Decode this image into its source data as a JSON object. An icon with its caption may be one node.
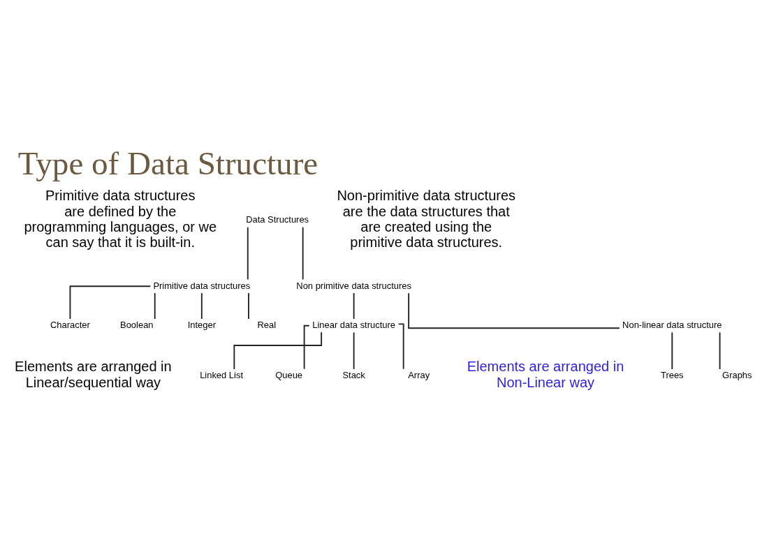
{
  "diagram": {
    "title": "Type of Data Structure",
    "nodes": [
      {
        "text": [
          "Data Structures"
        ]
      },
      {
        "text": [
          "Primitive data structures"
        ]
      },
      {
        "text": [
          "Non primitive data structures"
        ]
      },
      {
        "text": [
          "Integer"
        ]
      },
      {
        "text": [
          "Real"
        ]
      },
      {
        "text": [
          "Character"
        ]
      },
      {
        "text": [
          "Boolean"
        ]
      },
      {
        "text": [
          "Linear data structure"
        ]
      },
      {
        "text": [
          "Non-linear data structure"
        ]
      },
      {
        "text": [
          "Array"
        ]
      },
      {
        "text": [
          "Linked List"
        ]
      },
      {
        "text": [
          "Stack"
        ]
      },
      {
        "text": [
          "Queue"
        ]
      },
      {
        "text": [
          "Trees"
        ]
      },
      {
        "text": [
          "Graphs"
        ]
      }
    ],
    "edges": [
      {
        "from": 0,
        "to": 1,
        "arrow": "none"
      },
      {
        "from": 0,
        "to": 2,
        "arrow": "none"
      },
      {
        "from": 1,
        "to": 3,
        "arrow": "none"
      },
      {
        "from": 1,
        "to": 4,
        "arrow": "none"
      },
      {
        "from": 1,
        "to": 5,
        "arrow": "none"
      },
      {
        "from": 1,
        "to": 6,
        "arrow": "none"
      },
      {
        "from": 2,
        "to": 7,
        "arrow": "none"
      },
      {
        "from": 2,
        "to": 8,
        "arrow": "none"
      },
      {
        "from": 7,
        "to": 9,
        "arrow": "none"
      },
      {
        "from": 7,
        "to": 10,
        "arrow": "none"
      },
      {
        "from": 7,
        "to": 11,
        "arrow": "none"
      },
      {
        "from": 7,
        "to": 12,
        "arrow": "none"
      },
      {
        "from": 8,
        "to": 13,
        "arrow": "none"
      },
      {
        "from": 8,
        "to": 14,
        "arrow": "none"
      }
    ],
    "labels": [
      "Primitive data structures are defined by the programming languages, or we can say that it is built-in.",
      "Non-primitive data structures are the data structures that are created using the primitive data structures.",
      "Elements are arranged in Linear/sequential way",
      "Elements are arranged in Non-Linear way"
    ]
  }
}
